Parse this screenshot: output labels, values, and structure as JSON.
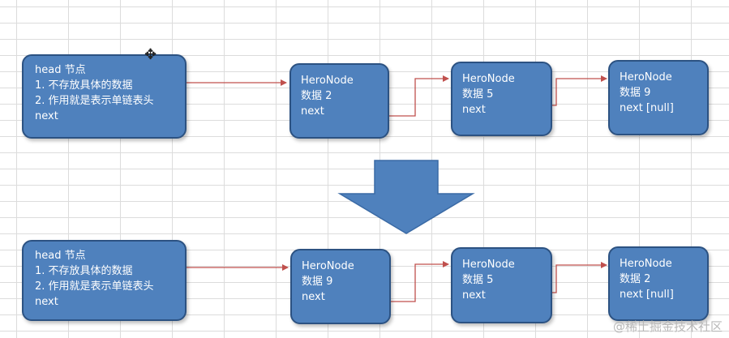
{
  "before": {
    "head": {
      "title": "head 节点",
      "line1": "1. 不存放具体的数据",
      "line2": "2. 作用就是表示单链表头",
      "next": "next"
    },
    "nodes": [
      {
        "name": "HeroNode",
        "data": "数据 2",
        "next": "next"
      },
      {
        "name": "HeroNode",
        "data": "数据 5",
        "next": "next"
      },
      {
        "name": "HeroNode",
        "data": "数据 9",
        "next": "next [null]"
      }
    ]
  },
  "after": {
    "head": {
      "title": "head 节点",
      "line1": "1. 不存放具体的数据",
      "line2": "2. 作用就是表示单链表头",
      "next": "next"
    },
    "nodes": [
      {
        "name": "HeroNode",
        "data": "数据 9",
        "next": "next"
      },
      {
        "name": "HeroNode",
        "data": "数据 5",
        "next": "next"
      },
      {
        "name": "HeroNode",
        "data": "数据 2",
        "next": "next [null]"
      }
    ]
  },
  "watermark": "@稀土掘金技术社区",
  "colors": {
    "node_fill": "#4f81bd",
    "node_border": "#2c5282",
    "connector": "#c0504d",
    "big_arrow": "#4f81bd"
  }
}
